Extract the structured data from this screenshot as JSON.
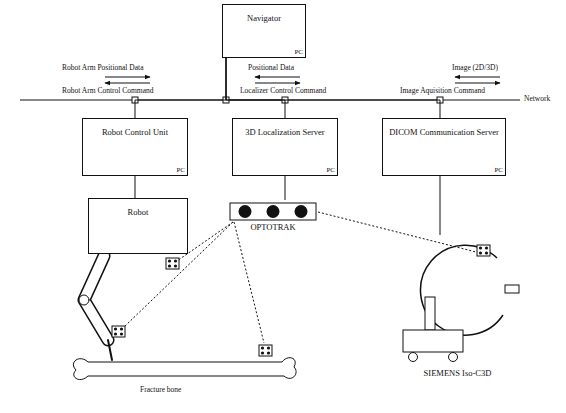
{
  "diagram": {
    "nodes": [
      {
        "text": [
          "Navigator",
          "PC"
        ]
      },
      {
        "text": [
          "Robot Control Unit",
          "PC"
        ]
      },
      {
        "text": [
          "3D Localization Server",
          "PC"
        ]
      },
      {
        "text": [
          "DICOM Communication Server",
          "PC"
        ]
      },
      {
        "text": [
          "Robot"
        ]
      },
      {
        "text": [
          "OPTOTRAK"
        ]
      },
      {
        "text": [
          "SIEMENS Iso-C3D"
        ]
      }
    ],
    "edges": [
      {
        "from": 0,
        "to": 1,
        "arrow": "none"
      },
      {
        "from": 0,
        "to": 2,
        "arrow": "none"
      },
      {
        "from": 0,
        "to": 3,
        "arrow": "none"
      },
      {
        "from": 1,
        "to": 4,
        "arrow": "none"
      },
      {
        "from": 2,
        "to": 5,
        "arrow": "none"
      },
      {
        "from": 3,
        "to": 6,
        "arrow": "none"
      }
    ],
    "labels": [
      "Robot Arm Positional Data",
      "Robot Arm Control Command",
      "Positional Data",
      "Localizer Control Command",
      "Image (2D/3D)",
      "Image Aquisition Command",
      "Network",
      "Fracture bone"
    ]
  }
}
